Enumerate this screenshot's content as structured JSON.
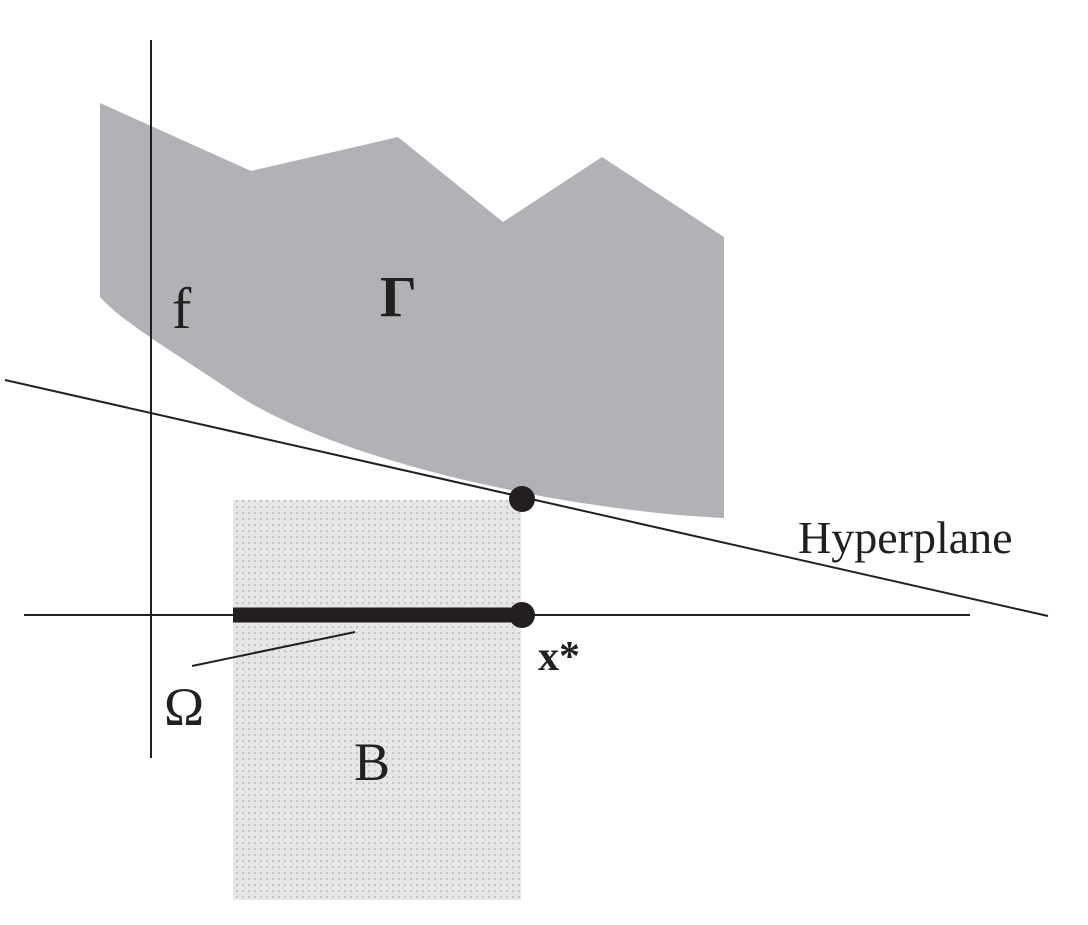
{
  "diagram": {
    "labels": {
      "f": "f",
      "gamma": "Γ",
      "hyperplane": "Hyperplane",
      "omega": "Ω",
      "b": "B",
      "x_star": "x*"
    },
    "colors": {
      "gamma_region": "#b1b2b5",
      "b_region": "#e6e6e6",
      "b_dots": "#9a9a9a",
      "ink": "#231f20"
    }
  }
}
